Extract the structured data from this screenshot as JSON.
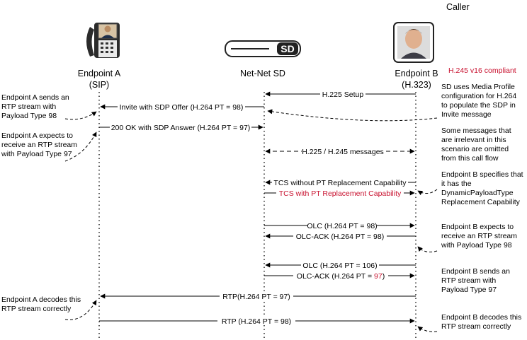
{
  "header": {
    "caller_label": "Caller"
  },
  "participants": {
    "a": {
      "name": "Endpoint A",
      "protocol": "(SIP)"
    },
    "sd": {
      "name": "Net-Net SD",
      "badge": "SD"
    },
    "b": {
      "name": "Endpoint B",
      "protocol": "(H.323)",
      "compliance": "H.245 v16 compliant"
    }
  },
  "messages": [
    {
      "label": "H.225 Setup"
    },
    {
      "label": "Invite with SDP Offer (H.264 PT = 98)"
    },
    {
      "label": "200 OK with SDP Answer (H.264 PT = 97)"
    },
    {
      "label": "H.225 / H.245 messages"
    },
    {
      "label": "TCS without PT Replacement Capability"
    },
    {
      "label": "TCS with PT Replacement Capability",
      "color": "#c8102e"
    },
    {
      "label": "OLC (H.264 PT = 98)"
    },
    {
      "label": "OLC-ACK (H.264 PT = 98)"
    },
    {
      "label": "OLC (H.264 PT = 106)"
    },
    {
      "label_prefix": "OLC-ACK (H.264 PT = ",
      "label_highlight": "97",
      "label_suffix": ")",
      "highlight_color": "#c8102e"
    },
    {
      "label": "RTP(H.264 PT = 97)"
    },
    {
      "label": "RTP (H.264 PT = 98)"
    }
  ],
  "notes": {
    "left": [
      {
        "lines": [
          "Endpoint A sends an",
          "RTP stream with",
          "Payload Type 98"
        ]
      },
      {
        "lines": [
          "Endpoint A expects to",
          "receive an RTP stream",
          "with Payload Type 97"
        ]
      },
      {
        "lines": [
          "Endpoint A decodes this",
          "RTP stream correctly"
        ]
      }
    ],
    "right": [
      {
        "lines": [
          "SD uses Media Profile",
          "configuration for H.264",
          "to populate the SDP in",
          "Invite message"
        ]
      },
      {
        "lines": [
          "Some messages that",
          "are irrelevant in this",
          "scenario are omitted",
          "from this call flow"
        ]
      },
      {
        "lines": [
          "Endpoint B specifies that",
          "it has the",
          "DynamicPayloadType",
          "Replacement Capability"
        ]
      },
      {
        "lines": [
          "Endpoint B expects to",
          "receive an RTP stream",
          "with Payload Type 98"
        ]
      },
      {
        "lines": [
          "Endpoint B sends an",
          "RTP stream with",
          "Payload Type 97"
        ]
      },
      {
        "lines": [
          "Endpoint B decodes this",
          "RTP stream correctly"
        ]
      }
    ]
  },
  "colors": {
    "highlight": "#c8102e",
    "line": "#000000"
  },
  "icons": {
    "endpoint_a": "video-phone-icon",
    "net_net_sd": "session-director-device-icon",
    "endpoint_b": "caller-photo-icon"
  }
}
